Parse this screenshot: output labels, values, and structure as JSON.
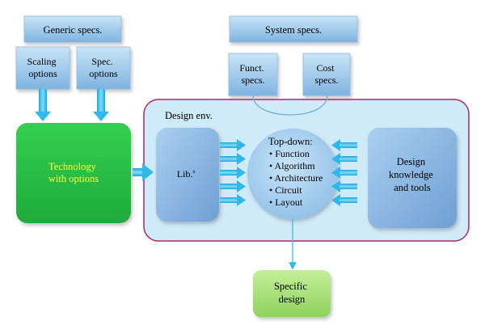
{
  "generic_specs": "Generic specs.",
  "scaling_options": [
    "Scaling",
    "options"
  ],
  "spec_options": [
    "Spec.",
    "options"
  ],
  "system_specs": "System specs.",
  "funct_specs": [
    "Funct.",
    "specs."
  ],
  "cost_specs": [
    "Cost",
    "specs."
  ],
  "technology": [
    "Technology",
    "with options"
  ],
  "design_env": "Design env.",
  "lib": {
    "label": "Lib.",
    "superscript": "s"
  },
  "topdown": {
    "title": "Top-down:",
    "items": [
      "• Function",
      "• Algorithm",
      "• Architecture",
      "• Circuit",
      "• Layout"
    ]
  },
  "knowledge": [
    "Design",
    "knowledge",
    "and tools"
  ],
  "specific_design": [
    "Specific",
    "design"
  ],
  "colors": {
    "box_light": "#b9dbf3",
    "box_mid": "#8fbfe4",
    "box_dark": "#6ea6d6",
    "env_fill": "#cfeaf8",
    "env_border": "#b0246a",
    "arrow": "#2fb8e8",
    "technology": "#26c24a",
    "technology_text": "#ffff33",
    "specific": "#a9e07a"
  }
}
